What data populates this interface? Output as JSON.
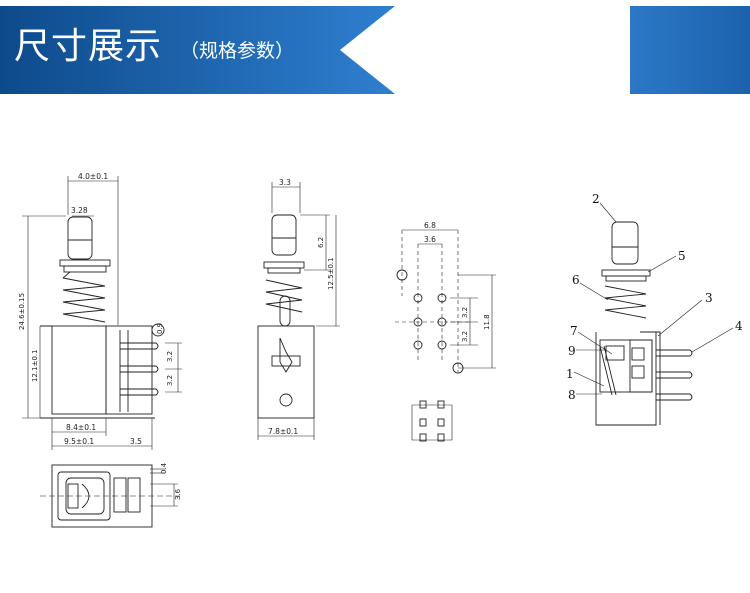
{
  "banner": {
    "title": "尺寸展示",
    "subtitle": "（规格参数）",
    "colors": {
      "dark": "#0e4f92",
      "light": "#2f7fd0",
      "accent": "#1f6dbd"
    }
  },
  "views": {
    "front": {
      "dims": {
        "top_width": "4.0±0.1",
        "stem_width": "3.28",
        "total_height": "24.6±0.15",
        "body_height": "12.1±0.1",
        "pin_pitch_a": "3.2",
        "pin_pitch_b": "3.2",
        "body_width": "8.4±0.1",
        "overall_width": "9.5±0.1",
        "pin_offset": "3.5",
        "tab": "0.9"
      }
    },
    "side": {
      "dims": {
        "top_width": "3.3",
        "stroke": "6.2",
        "height": "12.5±0.1",
        "body_width": "7.8±0.1"
      }
    },
    "footprint": {
      "dims": {
        "outer_width": "6.8",
        "inner_width": "3.6",
        "row_pitch_a": "3.2",
        "row_pitch_b": "3.2",
        "overall_height": "11.8"
      }
    },
    "bottom": {
      "dims": {
        "pin_width": "0.4",
        "pin_span": "3.6"
      }
    },
    "exploded": {
      "callouts": [
        "1",
        "2",
        "3",
        "4",
        "5",
        "6",
        "7",
        "8",
        "9"
      ]
    }
  }
}
